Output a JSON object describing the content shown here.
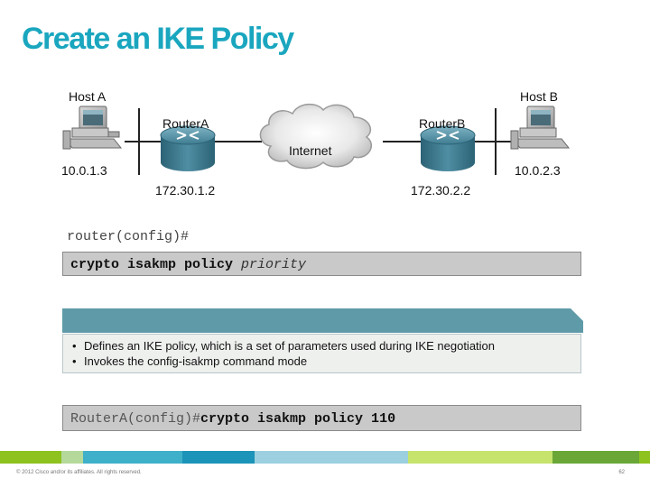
{
  "title": "Create an IKE Policy",
  "diagram": {
    "host_a": {
      "name": "Host A",
      "ip": "10.0.1.3"
    },
    "router_a": {
      "name": "RouterA",
      "ip": "172.30.1.2"
    },
    "internet": {
      "label": "Internet"
    },
    "router_b": {
      "name": "RouterB",
      "ip": "172.30.2.2"
    },
    "host_b": {
      "name": "Host B",
      "ip": "10.0.2.3"
    }
  },
  "syntax": {
    "prompt": "router(config)#",
    "command": "crypto isakmp policy",
    "argument": "priority"
  },
  "description": {
    "bullets": [
      "Defines an IKE policy, which is a set of parameters used during IKE negotiation",
      "Invokes the config-isakmp command mode"
    ]
  },
  "example": {
    "prompt": "RouterA(config)#",
    "command": "crypto isakmp policy 110"
  },
  "footer": {
    "copyright": "© 2012 Cisco and/or its affiliates. All rights reserved.",
    "page": "62"
  },
  "colors": {
    "title": "#1aa6bf",
    "description_header": "#5f9aa8",
    "strip": [
      "#8dc21f",
      "#b5d99b",
      "#3fb0c9",
      "#1c93b8",
      "#9ccfdf",
      "#c6e36c",
      "#6aa737"
    ]
  }
}
